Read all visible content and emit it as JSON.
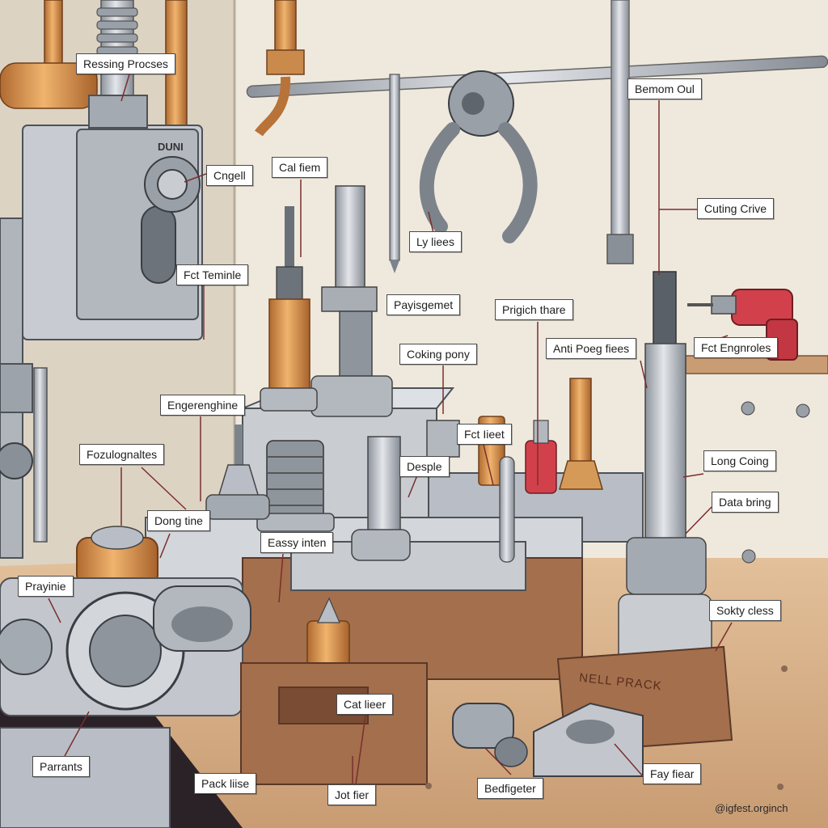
{
  "labels": {
    "ressing_process": "Ressing Procses",
    "cngell": "Cngell",
    "cal_fiem": "Cal fiem",
    "bemom_oul": "Bemom Oul",
    "cuting_crive": "Cuting Crive",
    "ly_liees": "Ly liees",
    "fct_teminle": "Fct Teminle",
    "payisgemet": "Payisgemet",
    "prigich_thare": "Prigich thare",
    "coking_pony": "Coking pony",
    "anti_poeg_fiees": "Anti Poeg fiees",
    "fct_engnroles": "Fct Engnroles",
    "engerenghine": "Engerenghine",
    "fct_iieet": "Fct Iieet",
    "fozulognaltes": "Fozulognaltes",
    "desple": "Desple",
    "long_coing": "Long Coing",
    "data_bring": "Data bring",
    "dong_tine": "Dong tine",
    "eassy_inten": "Eassy inten",
    "prayinie": "Prayinie",
    "sokty_cless": "Sokty cless",
    "cat_lieer": "Cat lieer",
    "parrants": "Parrants",
    "pack_iiise": "Pack liise",
    "jot_fier": "Jot fier",
    "bedfigeter": "Bedfigeter",
    "fay_fiear": "Fay fiear"
  },
  "machine_plate": "DUNI",
  "stamp": "NELL PRACK",
  "credit": "@igfest.orginch",
  "colors": {
    "wall": "#efe9dd",
    "bench": "#d8b48e",
    "steel": "#b9bec6",
    "steel_dark": "#7c838c",
    "copper": "#d38e4a",
    "red_tool": "#d2414b",
    "wood_dark": "#8a5a40"
  },
  "icons": [
    "machine-housing",
    "pliers-tool",
    "drill-tool",
    "spindle-column",
    "bearing-ring",
    "clamp-block"
  ]
}
